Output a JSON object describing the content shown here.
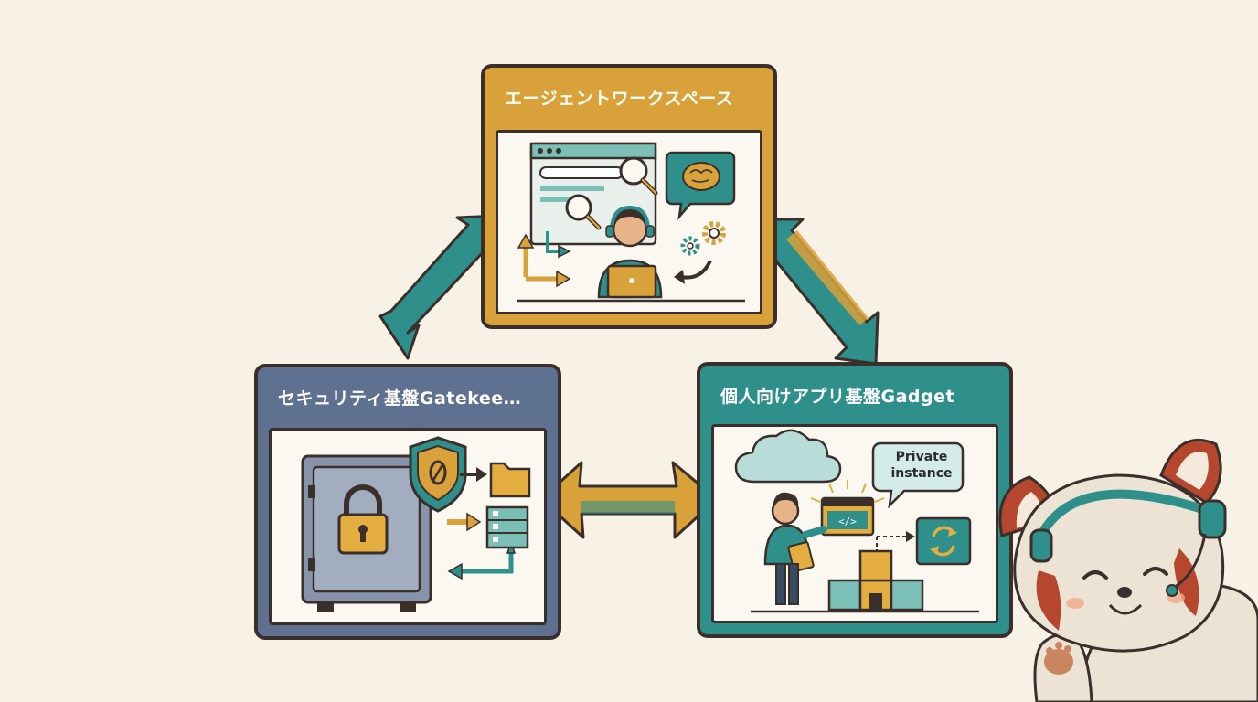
{
  "cards": {
    "agent": {
      "title": "エージェントワークスペース"
    },
    "security": {
      "title": "セキュリティ基盤Gatekee…"
    },
    "app": {
      "title": "個人向けアプリ基盤Gadget"
    }
  },
  "bubbles": {
    "private_instance": {
      "line1": "Private",
      "line2": "instance"
    }
  },
  "colors": {
    "background": "#f7f1e6",
    "agent_accent": "#d9a13a",
    "security_accent": "#5f7190",
    "app_accent": "#2f8f8b",
    "outline": "#3a2f2a"
  }
}
